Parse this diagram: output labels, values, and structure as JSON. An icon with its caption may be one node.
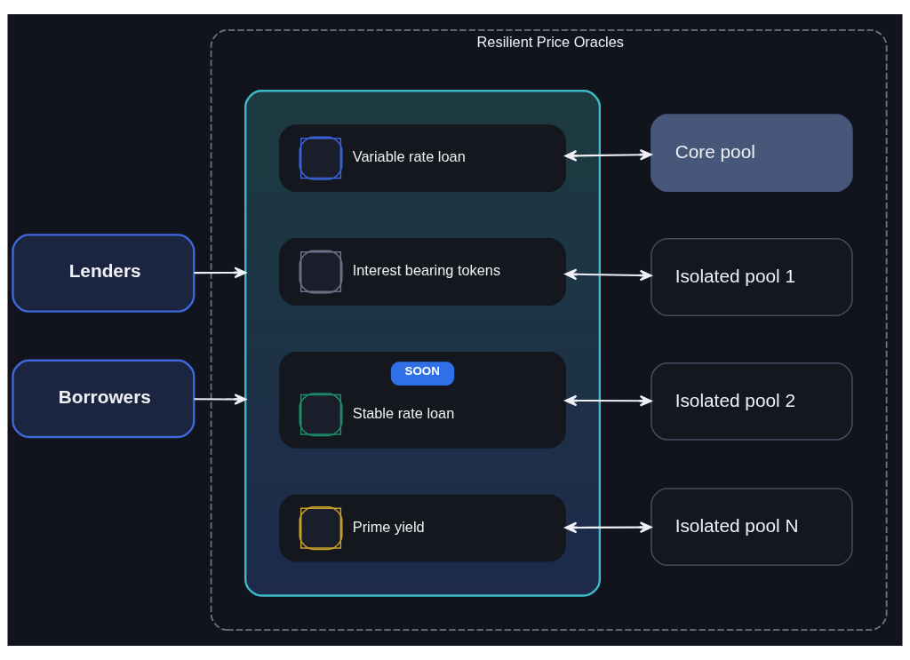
{
  "diagram": {
    "nodes": [
      {
        "text": [
          "Resilient Price Oracles"
        ]
      },
      {
        "text": [],
        "shape": "box",
        "in": 0
      },
      {
        "text": [
          "Variable rate loan"
        ],
        "in": 1
      },
      {
        "text": [
          "Interest bearing tokens"
        ],
        "in": 1
      },
      {
        "text": [
          "SOON",
          "Stable rate loan"
        ],
        "in": 1
      },
      {
        "text": [
          "Prime yield"
        ],
        "in": 1
      },
      {
        "text": [
          "Core pool"
        ],
        "in": 0
      },
      {
        "text": [
          "Isolated pool 1"
        ],
        "in": 0
      },
      {
        "text": [
          "Isolated pool 2"
        ],
        "in": 0
      },
      {
        "text": [
          "Isolated pool N"
        ],
        "in": 0
      },
      {
        "text": [
          "Lenders"
        ]
      },
      {
        "text": [
          "Borrowers"
        ]
      }
    ],
    "edges": [
      {
        "from": 10,
        "to": 1,
        "arrow": "to"
      },
      {
        "from": 11,
        "to": 1,
        "arrow": "to"
      },
      {
        "from": 2,
        "to": 6,
        "arrow": "both"
      },
      {
        "from": 3,
        "to": 7,
        "arrow": "both"
      },
      {
        "from": 4,
        "to": 8,
        "arrow": "both"
      },
      {
        "from": 5,
        "to": 9,
        "arrow": "both"
      }
    ]
  }
}
